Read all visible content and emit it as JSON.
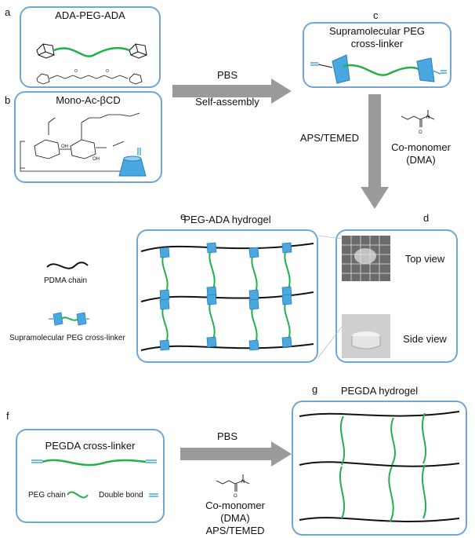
{
  "panels": {
    "a": {
      "letter": "a",
      "title": "ADA-PEG-ADA"
    },
    "b": {
      "letter": "b",
      "title": "Mono-Ac-βCD"
    },
    "c": {
      "letter": "c",
      "title_line1": "Supramolecular PEG",
      "title_line2": "cross-linker"
    },
    "d": {
      "letter": "d",
      "top_view": "Top view",
      "side_view": "Side view"
    },
    "e": {
      "letter": "e",
      "title": "PEG-ADA hydrogel"
    },
    "f": {
      "letter": "f",
      "title": "PEGDA cross-linker",
      "peg_chain": "PEG chain",
      "double_bond": "Double bond"
    },
    "g": {
      "letter": "g",
      "title": "PEGDA hydrogel"
    }
  },
  "arrows": {
    "ab_to_c": {
      "top": "PBS",
      "bottom": "Self-assembly"
    },
    "c_to_d": {
      "left": "APS/TEMED",
      "right_line1": "Co-monomer",
      "right_line2": "(DMA)"
    },
    "f_to_g": {
      "top": "PBS",
      "line1": "Co-monomer",
      "line2": "(DMA)",
      "line3": "APS/TEMED"
    }
  },
  "legend": {
    "pdma": "PDMA chain",
    "crosslinker": "Supramolecular PEG  cross-linker"
  },
  "colors": {
    "panel_border": "#6fa6d6",
    "peg_green": "#22b04b",
    "cd_blue": "#4aa8e0",
    "arrow_gray": "#9a9a9a"
  }
}
